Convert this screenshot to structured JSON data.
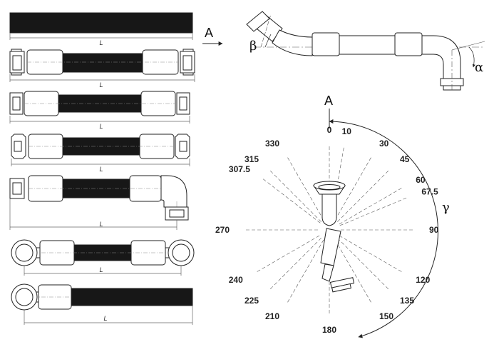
{
  "colors": {
    "hose": "#171717",
    "line": "#222222",
    "fitting": "#ffffff",
    "dash": "#444444"
  },
  "left_panel": {
    "length_label": "L"
  },
  "bend_view": {
    "view_label": "A",
    "beta_label": "β",
    "alpha_label": "α"
  },
  "rotation_view": {
    "top_label": "A",
    "gamma_label": "γ",
    "angles": [
      {
        "deg": 0,
        "label": "0"
      },
      {
        "deg": 10,
        "label": "10"
      },
      {
        "deg": 30,
        "label": "30"
      },
      {
        "deg": 45,
        "label": "45"
      },
      {
        "deg": 60,
        "label": "60"
      },
      {
        "deg": 67.5,
        "label": "67.5"
      },
      {
        "deg": 90,
        "label": "90"
      },
      {
        "deg": 120,
        "label": "120"
      },
      {
        "deg": 135,
        "label": "135"
      },
      {
        "deg": 150,
        "label": "150"
      },
      {
        "deg": 180,
        "label": "180"
      },
      {
        "deg": 210,
        "label": "210"
      },
      {
        "deg": 225,
        "label": "225"
      },
      {
        "deg": 240,
        "label": "240"
      },
      {
        "deg": 270,
        "label": "270"
      },
      {
        "deg": 307.5,
        "label": "307.5"
      },
      {
        "deg": 315,
        "label": "315"
      },
      {
        "deg": 330,
        "label": "330"
      }
    ]
  }
}
